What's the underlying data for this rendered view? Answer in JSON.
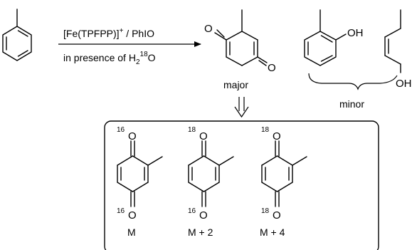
{
  "reagents": {
    "catalyst": "[Fe(TPFPP)]",
    "catalyst_charge": "+",
    "oxidant": " / PhIO",
    "condition_prefix": "in presence of H",
    "condition_sub": "2",
    "condition_iso": "18",
    "condition_suffix": "O"
  },
  "products": {
    "major_label": "major",
    "minor_label": "minor",
    "oxygen": "O",
    "hydroxyl": "OH",
    "hydroxyl_cut": "OH"
  },
  "isotopologues": [
    {
      "top_iso": "16",
      "bottom_iso": "16",
      "atom": "O",
      "label": "M"
    },
    {
      "top_iso": "18",
      "bottom_iso": "16",
      "atom": "O",
      "label": "M + 2"
    },
    {
      "top_iso": "18",
      "bottom_iso": "18",
      "atom": "O",
      "label": "M + 4"
    }
  ],
  "colors": {
    "ink": "#000000",
    "background": "#ffffff"
  },
  "icons": {
    "implies_arrow": "double-down-arrow"
  }
}
